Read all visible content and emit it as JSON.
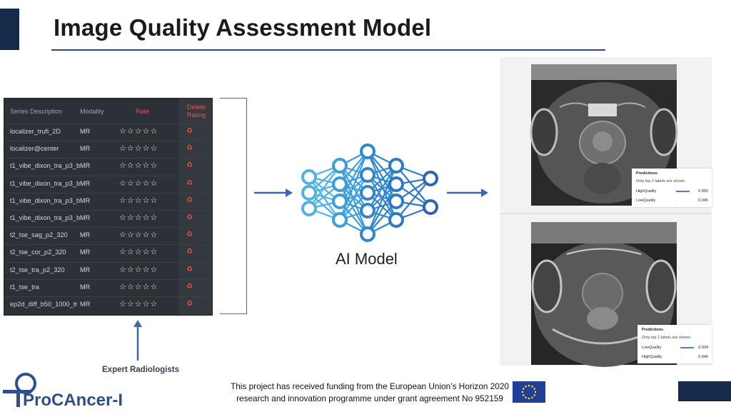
{
  "slide": {
    "title": "Image Quality Assessment Model",
    "ai_model_label": "AI Model",
    "expert_label": "Expert Radiologists",
    "funding_text_line1": "This project has received funding from the European Union’s Horizon 2020",
    "funding_text_line2": "research and innovation programme under grant agreement No  952159",
    "logo_text": "ProCAncer-I",
    "accent_color": "#162a4a"
  },
  "table": {
    "headers": {
      "description": "Series Description",
      "modality": "Modality",
      "rate": "Rate",
      "delete_line1": "Delete",
      "delete_line2": "Rating"
    },
    "rows": [
      {
        "description": "localizer_trufi_2D",
        "modality": "MR",
        "stars": "☆☆☆☆☆",
        "delete_icon": "recycle-icon"
      },
      {
        "description": "localizer@center",
        "modality": "MR",
        "stars": "☆☆☆☆☆",
        "delete_icon": "recycle-icon"
      },
      {
        "description": "t1_vibe_dixon_tra_p3_b",
        "modality": "MR",
        "stars": "☆☆☆☆☆",
        "delete_icon": "recycle-icon"
      },
      {
        "description": "t1_vibe_dixon_tra_p3_b",
        "modality": "MR",
        "stars": "☆☆☆☆☆",
        "delete_icon": "recycle-icon"
      },
      {
        "description": "t1_vibe_dixon_tra_p3_b",
        "modality": "MR",
        "stars": "☆☆☆☆☆",
        "delete_icon": "recycle-icon"
      },
      {
        "description": "t1_vibe_dixon_tra_p3_b",
        "modality": "MR",
        "stars": "☆☆☆☆☆",
        "delete_icon": "recycle-icon"
      },
      {
        "description": "t2_tse_sag_p2_320",
        "modality": "MR",
        "stars": "☆☆☆☆☆",
        "delete_icon": "recycle-icon"
      },
      {
        "description": "t2_tse_cor_p2_320",
        "modality": "MR",
        "stars": "☆☆☆☆☆",
        "delete_icon": "recycle-icon"
      },
      {
        "description": "t2_tse_tra_p2_320",
        "modality": "MR",
        "stars": "☆☆☆☆☆",
        "delete_icon": "recycle-icon"
      },
      {
        "description": "t1_tse_tra",
        "modality": "MR",
        "stars": "☆☆☆☆☆",
        "delete_icon": "recycle-icon"
      },
      {
        "description": "ep2d_diff_b50_1000_tr",
        "modality": "MR",
        "stars": "☆☆☆☆☆",
        "delete_icon": "recycle-icon"
      }
    ]
  },
  "predictions": [
    {
      "heading": "Predictions",
      "note": "Only top 2 labels are shown.",
      "labels": [
        {
          "label": "HighQuality",
          "value": "0.955",
          "fraction": 0.955
        },
        {
          "label": "LowQuality",
          "value": "0.045",
          "fraction": 0.045
        }
      ]
    },
    {
      "heading": "Predictions",
      "note": "Only top 2 labels are shown.",
      "labels": [
        {
          "label": "LowQuality",
          "value": "0.934",
          "fraction": 0.934
        },
        {
          "label": "HighQuality",
          "value": "0.046",
          "fraction": 0.046
        }
      ]
    }
  ]
}
